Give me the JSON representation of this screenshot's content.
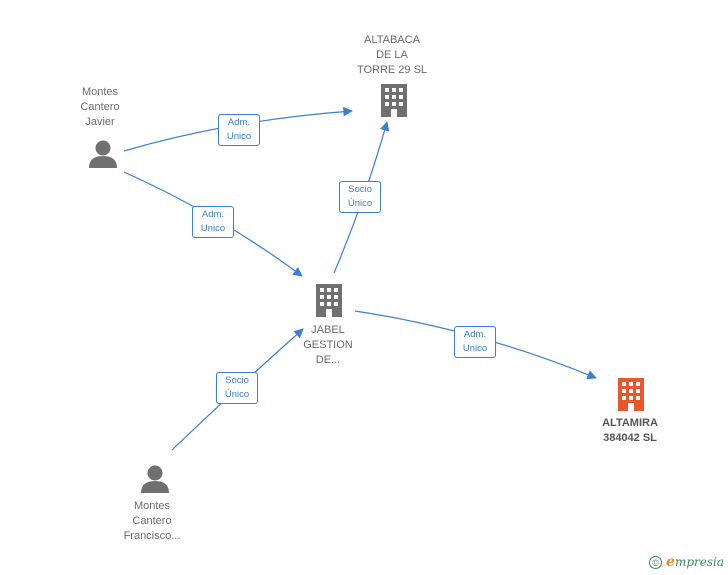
{
  "nodes": {
    "altabaca": {
      "label": "ALTABACA\nDE LA\nTORRE 29  SL",
      "icon": "building-icon",
      "color": "#707070"
    },
    "jabel": {
      "label": "JABEL\nGESTION\nDE...",
      "icon": "building-icon",
      "color": "#707070"
    },
    "altamira": {
      "label": "ALTAMIRA\n384042  SL",
      "icon": "building-icon",
      "color": "#e8582c"
    },
    "javier": {
      "label": "Montes\nCantero\nJavier",
      "icon": "person-icon",
      "color": "#707070"
    },
    "francisco": {
      "label": "Montes\nCantero\nFrancisco...",
      "icon": "person-icon",
      "color": "#707070"
    }
  },
  "edges": {
    "javier_altabaca": "Adm.\nUnico",
    "javier_jabel": "Adm.\nUnico",
    "jabel_altabaca": "Socio\nÚnico",
    "jabel_altamira": "Adm.\nUnico",
    "francisco_jabel": "Socio\nÚnico"
  },
  "colors": {
    "edge": "#3b7fd0",
    "icon_gray": "#707070",
    "icon_highlight": "#e8582c"
  },
  "footer": {
    "copyright": "©",
    "brand_initial": "e",
    "brand_rest": "mpresia"
  }
}
